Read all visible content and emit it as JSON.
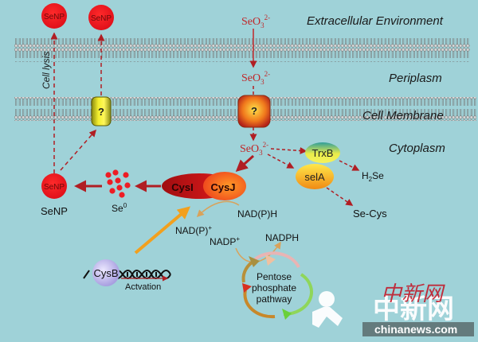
{
  "regions": {
    "extracellular": "Extracellular Environment",
    "periplasm": "Periplasm",
    "membrane": "Cell Membrane",
    "cytoplasm": "Cytoplasm"
  },
  "species": {
    "selenite_base": "SeO",
    "selenite_sub": "3",
    "selenite_sup": "2-",
    "se0_base": "Se",
    "se0_sup": "0",
    "senp": "SeNP",
    "h2se_a": "H",
    "h2se_sub": "2",
    "h2se_b": "Se",
    "secys": "Se-Cys",
    "nadph_a": "NAD(P)H",
    "nadp_plus_a": "NAD(P)",
    "nadp_plus_b": "NADP",
    "plus": "+",
    "nadph_b": "NADPH"
  },
  "proteins": {
    "unknown_transporter": "?",
    "cysi": "CysI",
    "cysj": "CysJ",
    "trxb": "TrxB",
    "sela": "selA",
    "cysb": "CysB"
  },
  "annotations": {
    "cell_lysis": "Cell lysis",
    "activation": "Actvation",
    "ppp_line1": "Pentose",
    "ppp_line2": "phosphate",
    "ppp_line3": "pathway"
  },
  "watermark": {
    "chinese": "中新网",
    "site": "chinanews.com"
  },
  "colors": {
    "background": "#9fd2d8",
    "arrow_red": "#b01e23",
    "senp_red": "#ee1c24",
    "orange_arrow": "#f2a01e",
    "text_red": "#c0282a"
  }
}
